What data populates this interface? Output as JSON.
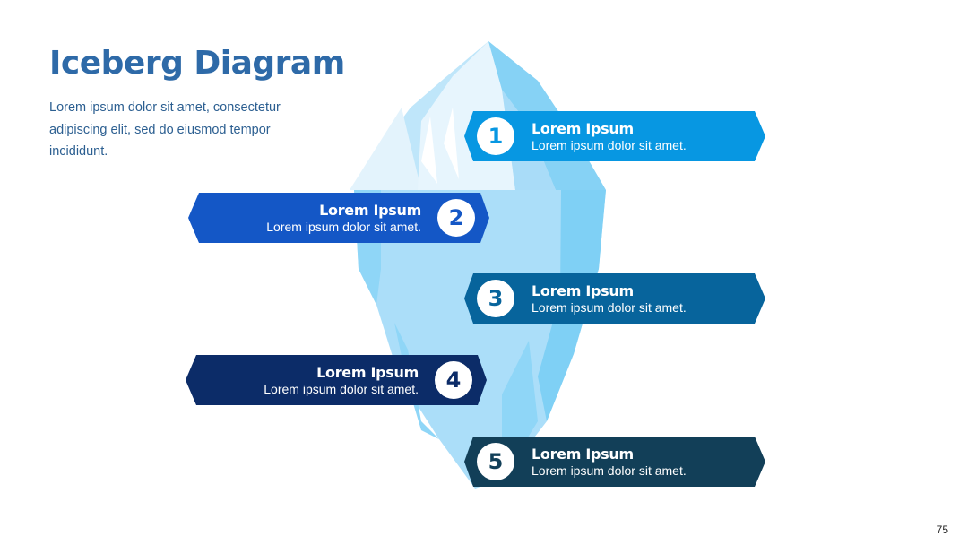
{
  "title": "Iceberg Diagram",
  "description": "Lorem ipsum dolor sit amet, consectetur adipiscing elit, sed do eiusmod tempor incididunt.",
  "page_number": "75",
  "colors": {
    "title": "#2e6aa8",
    "iceberg_tip_light": "#e3f3fc",
    "iceberg_tip_mid": "#bfe6fa",
    "iceberg_body": "#a9dcf8",
    "iceberg_shade": "#7fd0f5"
  },
  "items": [
    {
      "number": "1",
      "heading": "Lorem Ipsum",
      "text": "Lorem ipsum dolor sit amet.",
      "color": "#0797e2"
    },
    {
      "number": "2",
      "heading": "Lorem Ipsum",
      "text": "Lorem ipsum dolor sit amet.",
      "color": "#1457c6"
    },
    {
      "number": "3",
      "heading": "Lorem Ipsum",
      "text": "Lorem ipsum dolor sit amet.",
      "color": "#07649c"
    },
    {
      "number": "4",
      "heading": "Lorem Ipsum",
      "text": "Lorem ipsum dolor sit amet.",
      "color": "#0c2c68"
    },
    {
      "number": "5",
      "heading": "Lorem Ipsum",
      "text": "Lorem ipsum dolor sit amet.",
      "color": "#123f58"
    }
  ]
}
